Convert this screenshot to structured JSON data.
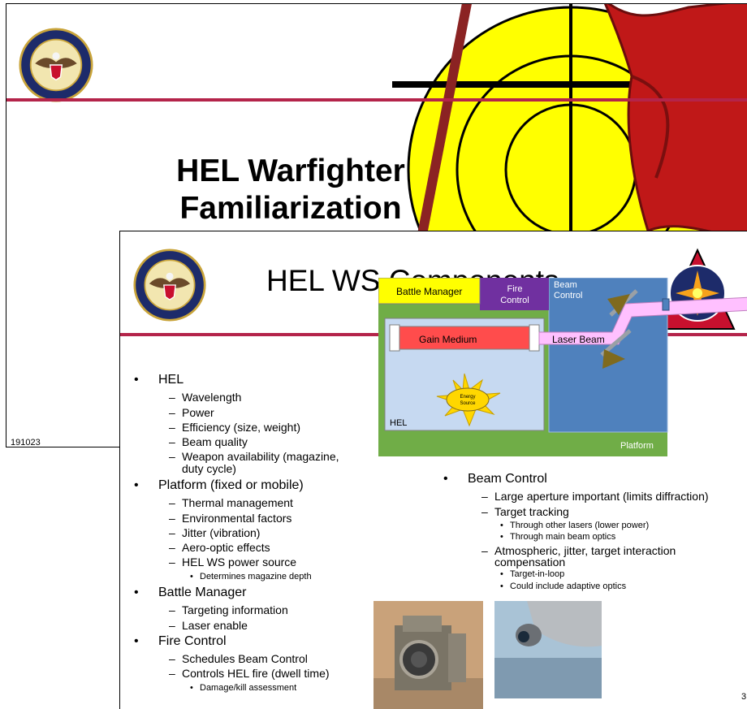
{
  "back_slide": {
    "title_line1": "HEL Warfighter",
    "title_line2": "Familiarization",
    "footer_id": "191023"
  },
  "front_slide": {
    "title": "HEL WS Components",
    "page_number": "3",
    "left_list": [
      {
        "label": "HEL",
        "items": [
          {
            "label": "Wavelength"
          },
          {
            "label": "Power"
          },
          {
            "label": "Efficiency (size, weight)"
          },
          {
            "label": "Beam quality"
          },
          {
            "label": "Weapon availability (magazine,",
            "cont": "duty cycle)"
          }
        ]
      },
      {
        "label": "Platform (fixed or mobile)",
        "items": [
          {
            "label": "Thermal management"
          },
          {
            "label": "Environmental factors"
          },
          {
            "label": "Jitter (vibration)"
          },
          {
            "label": "Aero-optic effects"
          },
          {
            "label": "HEL WS power source",
            "sub": [
              "Determines magazine depth"
            ]
          }
        ]
      },
      {
        "label": "Battle Manager",
        "items": [
          {
            "label": "Targeting information"
          },
          {
            "label": "Laser enable"
          }
        ]
      },
      {
        "label": "Fire Control",
        "items": [
          {
            "label": "Schedules Beam Control"
          },
          {
            "label": "Controls HEL fire (dwell time)",
            "sub": [
              "Damage/kill assessment"
            ]
          }
        ]
      }
    ],
    "right_list": {
      "label": "Beam Control",
      "items": [
        {
          "label": "Large aperture important (limits diffraction)"
        },
        {
          "label": "Target tracking",
          "sub": [
            "Through other lasers (lower power)",
            "Through main beam optics"
          ]
        },
        {
          "label": "Atmospheric, jitter, target interaction",
          "cont": "compensation",
          "sub": [
            "Target-in-loop",
            "Could include adaptive optics"
          ]
        }
      ]
    },
    "diagram": {
      "battle_manager": "Battle Manager",
      "fire_control_1": "Fire",
      "fire_control_2": "Control",
      "beam_control_1": "Beam",
      "beam_control_2": "Control",
      "gain_medium": "Gain Medium",
      "laser_beam": "Laser Beam",
      "energy_source_1": "Energy",
      "energy_source_2": "Source",
      "hel": "HEL",
      "platform": "Platform"
    },
    "colors": {
      "accent_band": "#b4244a",
      "battle_manager": "#ffff00",
      "fire_control": "#7030a0",
      "beam_control": "#4f81bd",
      "platform": "#70ad47",
      "gain_medium": "#ff4c4c",
      "hel_box": "#c6d9f1",
      "laser_beam": "#ffc0ff"
    }
  }
}
